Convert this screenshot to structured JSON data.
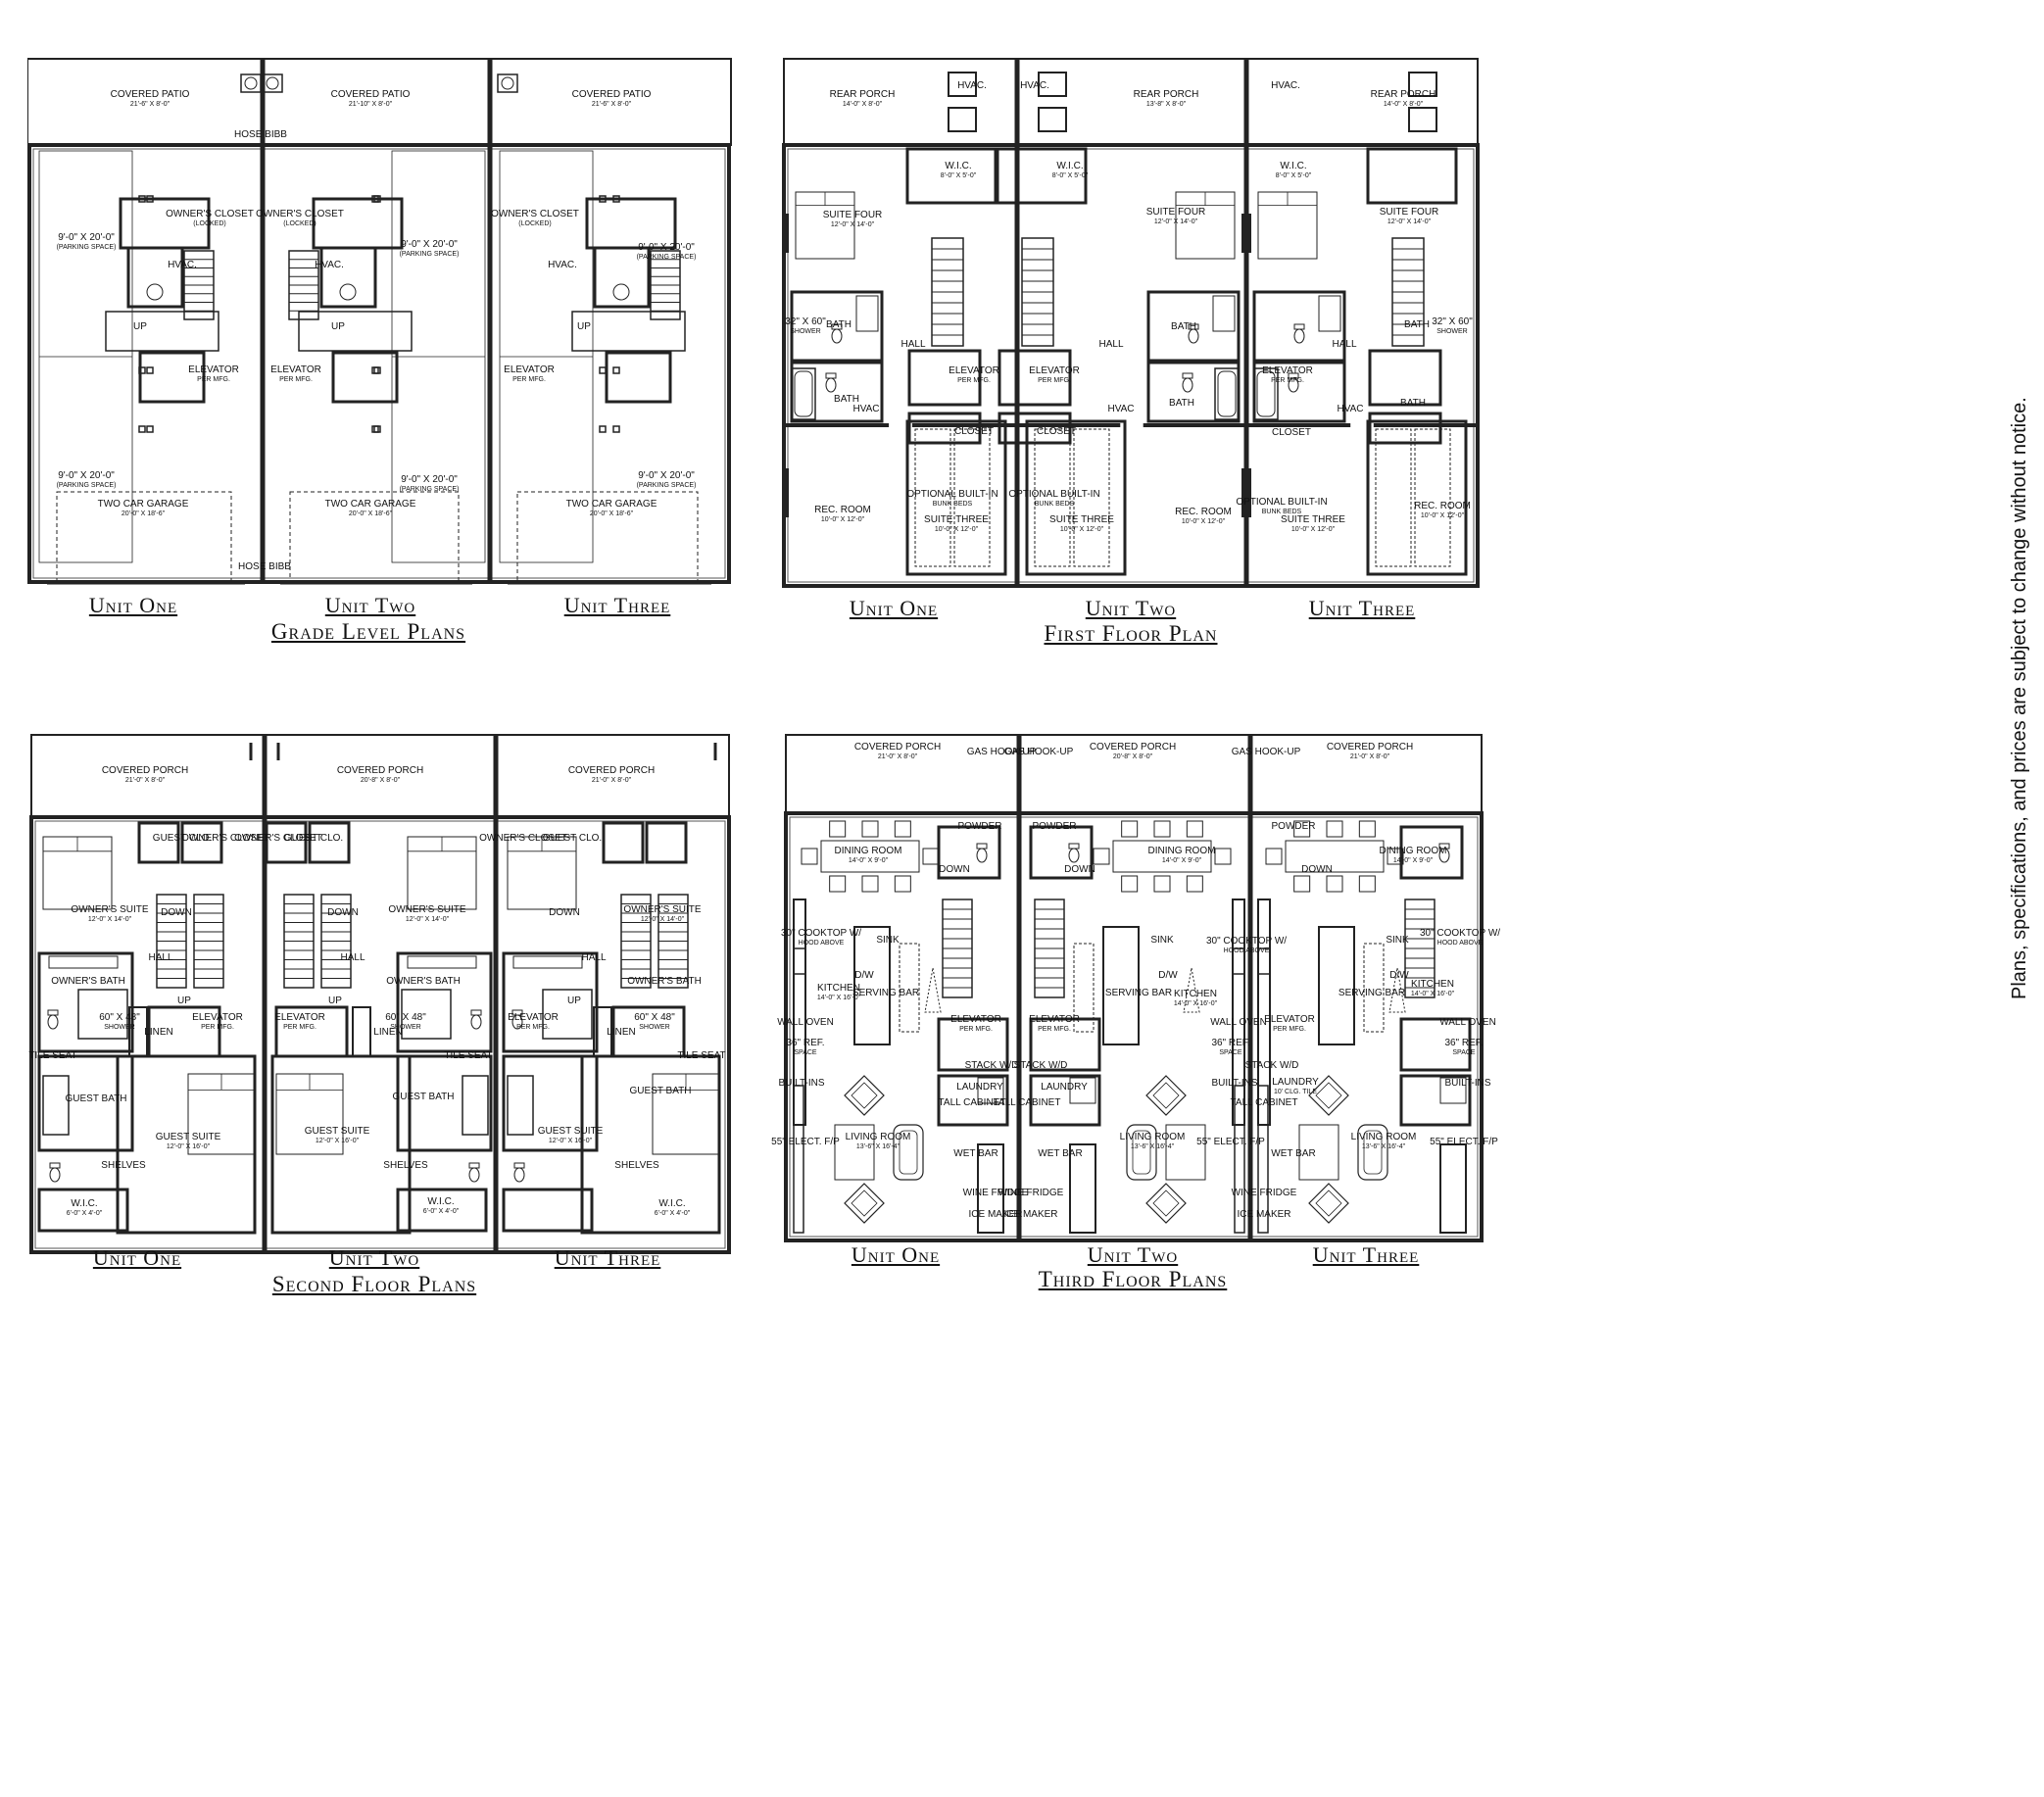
{
  "notice": "Plans, specifications, and prices are subject to change without notice.",
  "plans": {
    "grade": {
      "title": "Grade Level Plans",
      "units": [
        "Unit One",
        "Unit Two",
        "Unit Three"
      ],
      "rooms": [
        {
          "name": "Covered Patio",
          "dim": "21'-6\" x 8'-0\""
        },
        {
          "name": "Covered Patio",
          "dim": "21'-10\" x 8'-0\""
        },
        {
          "name": "Covered Patio",
          "dim": "21'-6\" x 8'-0\""
        },
        {
          "name": "Owner's Closet",
          "dim": "(Locked)"
        },
        {
          "name": "Owner's Closet",
          "dim": "(Locked)"
        },
        {
          "name": "Owner's Closet",
          "dim": "(Locked)"
        },
        {
          "name": "HVAC.",
          "dim": ""
        },
        {
          "name": "HVAC.",
          "dim": ""
        },
        {
          "name": "HVAC.",
          "dim": ""
        },
        {
          "name": "Elevator",
          "dim": "Per Mfg."
        },
        {
          "name": "Elevator",
          "dim": "Per Mfg."
        },
        {
          "name": "Elevator",
          "dim": "Per Mfg."
        },
        {
          "name": "9'-0\" x 20'-0\"",
          "dim": "(Parking Space)"
        },
        {
          "name": "9'-0\" x 20'-0\"",
          "dim": "(Parking Space)"
        },
        {
          "name": "9'-0\" x 20'-0\"",
          "dim": "(Parking Space)"
        },
        {
          "name": "9'-0\" x 20'-0\"",
          "dim": "(Parking Space)"
        },
        {
          "name": "9'-0\" x 20'-0\"",
          "dim": "(Parking Space)"
        },
        {
          "name": "9'-0\" x 20'-0\"",
          "dim": "(Parking Space)"
        },
        {
          "name": "Two Car Garage",
          "dim": "20'-0\" x 18'-6\""
        },
        {
          "name": "Two Car Garage",
          "dim": "20'-0\" x 18'-6\""
        },
        {
          "name": "Two Car Garage",
          "dim": "20'-0\" x 18'-6\""
        },
        {
          "name": "Up",
          "dim": ""
        },
        {
          "name": "Up",
          "dim": ""
        },
        {
          "name": "Up",
          "dim": ""
        },
        {
          "name": "Hose Bibb",
          "dim": ""
        },
        {
          "name": "Hose Bibb",
          "dim": ""
        }
      ]
    },
    "first": {
      "title": "First Floor Plan",
      "units": [
        "Unit One",
        "Unit Two",
        "Unit Three"
      ],
      "rooms": [
        {
          "name": "Rear Porch",
          "dim": "14'-0\" x 8'-0\""
        },
        {
          "name": "Rear Porch",
          "dim": "13'-8\" x 8'-0\""
        },
        {
          "name": "Rear Porch",
          "dim": "14'-0\" x 8'-0\""
        },
        {
          "name": "HVAC.",
          "dim": ""
        },
        {
          "name": "HVAC.",
          "dim": ""
        },
        {
          "name": "HVAC.",
          "dim": ""
        },
        {
          "name": "W.I.C.",
          "dim": "8'-0\" x 5'-0\""
        },
        {
          "name": "W.I.C.",
          "dim": "8'-0\" x 5'-0\""
        },
        {
          "name": "W.I.C.",
          "dim": "8'-0\" x 5'-0\""
        },
        {
          "name": "Suite Four",
          "dim": "12'-0\" x 14'-0\""
        },
        {
          "name": "Suite Four",
          "dim": "12'-0\" x 14'-0\""
        },
        {
          "name": "Suite Four",
          "dim": "12'-0\" x 14'-0\""
        },
        {
          "name": "Bath",
          "dim": ""
        },
        {
          "name": "Bath",
          "dim": ""
        },
        {
          "name": "Bath",
          "dim": ""
        },
        {
          "name": "Hall",
          "dim": ""
        },
        {
          "name": "Hall",
          "dim": ""
        },
        {
          "name": "Hall",
          "dim": ""
        },
        {
          "name": "Elevator",
          "dim": "Per Mfg."
        },
        {
          "name": "Elevator",
          "dim": "Per Mfg."
        },
        {
          "name": "Elevator",
          "dim": "Per Mfg."
        },
        {
          "name": "Bath",
          "dim": ""
        },
        {
          "name": "Bath",
          "dim": ""
        },
        {
          "name": "Bath",
          "dim": ""
        },
        {
          "name": "Closet",
          "dim": ""
        },
        {
          "name": "Closet",
          "dim": ""
        },
        {
          "name": "Closet",
          "dim": ""
        },
        {
          "name": "Rec. Room",
          "dim": "10'-0\" x 12'-0\""
        },
        {
          "name": "Rec. Room",
          "dim": "10'-0\" x 12'-0\""
        },
        {
          "name": "Rec. Room",
          "dim": "10'-0\" x 12'-0\""
        },
        {
          "name": "Suite Three",
          "dim": "10'-0\" x 12'-0\""
        },
        {
          "name": "Suite Three",
          "dim": "10'-0\" x 12'-0\""
        },
        {
          "name": "Suite Three",
          "dim": "10'-0\" x 12'-0\""
        },
        {
          "name": "Optional Built-In",
          "dim": "Bunk Beds"
        },
        {
          "name": "Optional Built-In",
          "dim": "Bunk Beds"
        },
        {
          "name": "Optional Built-In",
          "dim": "Bunk Beds"
        },
        {
          "name": "32\" x 60\"",
          "dim": "Shower"
        },
        {
          "name": "32\" x 60\"",
          "dim": "Shower"
        },
        {
          "name": "HVAC",
          "dim": ""
        },
        {
          "name": "HVAC",
          "dim": ""
        },
        {
          "name": "HVAC",
          "dim": ""
        }
      ]
    },
    "second": {
      "title": "Second Floor Plans",
      "units": [
        "Unit One",
        "Unit Two",
        "Unit Three"
      ],
      "rooms": [
        {
          "name": "Covered Porch",
          "dim": "21'-0\" x 8'-0\""
        },
        {
          "name": "Covered Porch",
          "dim": "20'-8\" x 8'-0\""
        },
        {
          "name": "Covered Porch",
          "dim": "21'-0\" x 8'-0\""
        },
        {
          "name": "Guest Clo.",
          "dim": ""
        },
        {
          "name": "Guest Clo.",
          "dim": ""
        },
        {
          "name": "Guest Clo.",
          "dim": ""
        },
        {
          "name": "Owner's Closet",
          "dim": ""
        },
        {
          "name": "Owner's Closet",
          "dim": ""
        },
        {
          "name": "Owner's Closet",
          "dim": ""
        },
        {
          "name": "Owner's Suite",
          "dim": "12'-0\" x 14'-0\""
        },
        {
          "name": "Owner's Suite",
          "dim": "12'-0\" x 14'-0\""
        },
        {
          "name": "Owner's Suite",
          "dim": "12'-0\" x 14'-0\""
        },
        {
          "name": "Owner's Bath",
          "dim": ""
        },
        {
          "name": "Owner's Bath",
          "dim": ""
        },
        {
          "name": "Owner's Bath",
          "dim": ""
        },
        {
          "name": "Hall",
          "dim": ""
        },
        {
          "name": "Hall",
          "dim": ""
        },
        {
          "name": "Hall",
          "dim": ""
        },
        {
          "name": "60\" x 48\"",
          "dim": "Shower"
        },
        {
          "name": "60\" x 48\"",
          "dim": "Shower"
        },
        {
          "name": "60\" x 48\"",
          "dim": "Shower"
        },
        {
          "name": "Elevator",
          "dim": "Per Mfg."
        },
        {
          "name": "Elevator",
          "dim": "Per Mfg."
        },
        {
          "name": "Elevator",
          "dim": "Per Mfg."
        },
        {
          "name": "Linen",
          "dim": ""
        },
        {
          "name": "Linen",
          "dim": ""
        },
        {
          "name": "Linen",
          "dim": ""
        },
        {
          "name": "Tile Seat",
          "dim": ""
        },
        {
          "name": "Tile Seat",
          "dim": ""
        },
        {
          "name": "Tile Seat",
          "dim": ""
        },
        {
          "name": "Guest Bath",
          "dim": ""
        },
        {
          "name": "Guest Bath",
          "dim": ""
        },
        {
          "name": "Guest Bath",
          "dim": ""
        },
        {
          "name": "Guest Suite",
          "dim": "12'-0\" x 16'-0\""
        },
        {
          "name": "Guest Suite",
          "dim": "12'-0\" x 16'-0\""
        },
        {
          "name": "Guest Suite",
          "dim": "12'-0\" x 16'-0\""
        },
        {
          "name": "Shelves",
          "dim": ""
        },
        {
          "name": "Shelves",
          "dim": ""
        },
        {
          "name": "Shelves",
          "dim": ""
        },
        {
          "name": "W.I.C.",
          "dim": "6'-0\" x 4'-0\""
        },
        {
          "name": "W.I.C.",
          "dim": "6'-0\" x 4'-0\""
        },
        {
          "name": "W.I.C.",
          "dim": "6'-0\" x 4'-0\""
        },
        {
          "name": "Up",
          "dim": ""
        },
        {
          "name": "Up",
          "dim": ""
        },
        {
          "name": "Up",
          "dim": ""
        },
        {
          "name": "Down",
          "dim": ""
        },
        {
          "name": "Down",
          "dim": ""
        },
        {
          "name": "Down",
          "dim": ""
        }
      ]
    },
    "third": {
      "title": "Third Floor Plans",
      "units": [
        "Unit One",
        "Unit Two",
        "Unit Three"
      ],
      "rooms": [
        {
          "name": "Covered Porch",
          "dim": "21'-0\" x 8'-0\""
        },
        {
          "name": "Covered Porch",
          "dim": "20'-8\" x 8'-0\""
        },
        {
          "name": "Covered Porch",
          "dim": "21'-0\" x 8'-0\""
        },
        {
          "name": "Gas Hook-Up",
          "dim": ""
        },
        {
          "name": "Gas Hook-Up",
          "dim": ""
        },
        {
          "name": "Gas Hook-Up",
          "dim": ""
        },
        {
          "name": "Powder",
          "dim": ""
        },
        {
          "name": "Powder",
          "dim": ""
        },
        {
          "name": "Powder",
          "dim": ""
        },
        {
          "name": "Dining Room",
          "dim": "14'-0\" x 9'-0\""
        },
        {
          "name": "Dining Room",
          "dim": "14'-0\" x 9'-0\""
        },
        {
          "name": "Dining Room",
          "dim": "14'-0\" x 9'-0\""
        },
        {
          "name": "Down",
          "dim": ""
        },
        {
          "name": "Down",
          "dim": ""
        },
        {
          "name": "Down",
          "dim": ""
        },
        {
          "name": "30\" Cooktop w/",
          "dim": "Hood Above"
        },
        {
          "name": "30\" Cooktop w/",
          "dim": "Hood Above"
        },
        {
          "name": "30\" Cooktop w/",
          "dim": "Hood Above"
        },
        {
          "name": "Sink",
          "dim": ""
        },
        {
          "name": "Sink",
          "dim": ""
        },
        {
          "name": "Sink",
          "dim": ""
        },
        {
          "name": "D/W",
          "dim": ""
        },
        {
          "name": "D/W",
          "dim": ""
        },
        {
          "name": "D/W",
          "dim": ""
        },
        {
          "name": "Serving Bar",
          "dim": ""
        },
        {
          "name": "Serving Bar",
          "dim": ""
        },
        {
          "name": "Serving Bar",
          "dim": ""
        },
        {
          "name": "Kitchen",
          "dim": "14'-0\" x 16'-0\""
        },
        {
          "name": "Kitchen",
          "dim": "14'-0\" x 16'-0\""
        },
        {
          "name": "Kitchen",
          "dim": "14'-0\" x 16'-0\""
        },
        {
          "name": "Wall Oven",
          "dim": ""
        },
        {
          "name": "Wall Oven",
          "dim": ""
        },
        {
          "name": "Wall Oven",
          "dim": ""
        },
        {
          "name": "36\" Ref.",
          "dim": "Space"
        },
        {
          "name": "36\" Ref.",
          "dim": "Space"
        },
        {
          "name": "36\" Ref.",
          "dim": "Space"
        },
        {
          "name": "Elevator",
          "dim": "Per Mfg."
        },
        {
          "name": "Elevator",
          "dim": "Per Mfg."
        },
        {
          "name": "Elevator",
          "dim": "Per Mfg."
        },
        {
          "name": "Stack W/D",
          "dim": ""
        },
        {
          "name": "Stack W/D",
          "dim": ""
        },
        {
          "name": "Stack W/D",
          "dim": ""
        },
        {
          "name": "Tall Cabinet",
          "dim": ""
        },
        {
          "name": "Tall Cabinet",
          "dim": ""
        },
        {
          "name": "Tall Cabinet",
          "dim": ""
        },
        {
          "name": "Laundry",
          "dim": ""
        },
        {
          "name": "Laundry",
          "dim": ""
        },
        {
          "name": "Laundry",
          "dim": "10' Clg. Tile"
        },
        {
          "name": "Built-Ins",
          "dim": ""
        },
        {
          "name": "Built-Ins",
          "dim": ""
        },
        {
          "name": "Built-Ins",
          "dim": ""
        },
        {
          "name": "Living Room",
          "dim": "13'-6\" x 16'-4\""
        },
        {
          "name": "Living Room",
          "dim": "13'-6\" x 16'-4\""
        },
        {
          "name": "Living Room",
          "dim": "13'-6\" x 16'-4\""
        },
        {
          "name": "55\" Elect. F/P",
          "dim": ""
        },
        {
          "name": "55\" Elect. F/P",
          "dim": ""
        },
        {
          "name": "55\" Elect. F/P",
          "dim": ""
        },
        {
          "name": "Wet Bar",
          "dim": ""
        },
        {
          "name": "Wet Bar",
          "dim": ""
        },
        {
          "name": "Wet Bar",
          "dim": ""
        },
        {
          "name": "Wine Fridge",
          "dim": ""
        },
        {
          "name": "Wine Fridge",
          "dim": ""
        },
        {
          "name": "Wine Fridge",
          "dim": ""
        },
        {
          "name": "Ice Maker",
          "dim": ""
        },
        {
          "name": "Ice Maker",
          "dim": ""
        },
        {
          "name": "Ice Maker",
          "dim": ""
        }
      ]
    }
  }
}
